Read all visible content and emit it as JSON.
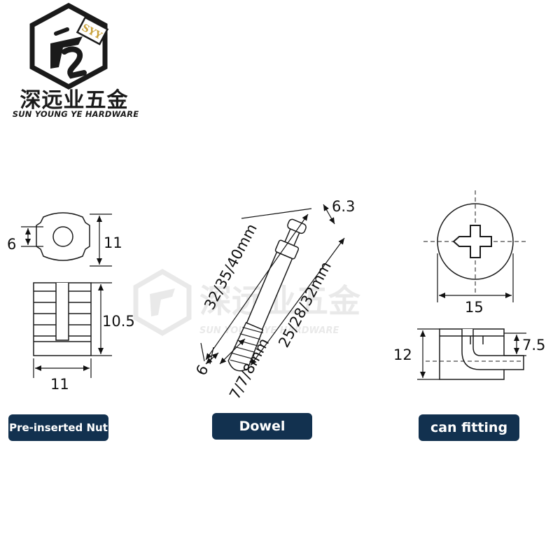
{
  "brand": {
    "badge_text": "SYY",
    "name_cn": "深远业五金",
    "name_en": "SUN YOUNG YE HARDWARE"
  },
  "watermark": {
    "name_cn": "深远业五金",
    "name_en": "SUN YOUNG YE HARDWARE"
  },
  "nut": {
    "hole_dim": "6",
    "height_dim": "11",
    "length_dim": "10.5",
    "width_dim": "11",
    "label": "Pre-inserted Nut"
  },
  "dowel": {
    "length_dim": "32/35/40mm",
    "head_dim": "6.3",
    "shaft_dim": "25/28/32mm",
    "thread_dia_dim": "6",
    "thread_len_dim": "7/7/8mm",
    "label": "Dowel"
  },
  "can": {
    "diameter_dim": "15",
    "height_dim": "12",
    "slot_dim": "7.5",
    "label": "can fitting"
  },
  "colors": {
    "label_bg": "#12314f",
    "line": "#1a1a1a"
  }
}
